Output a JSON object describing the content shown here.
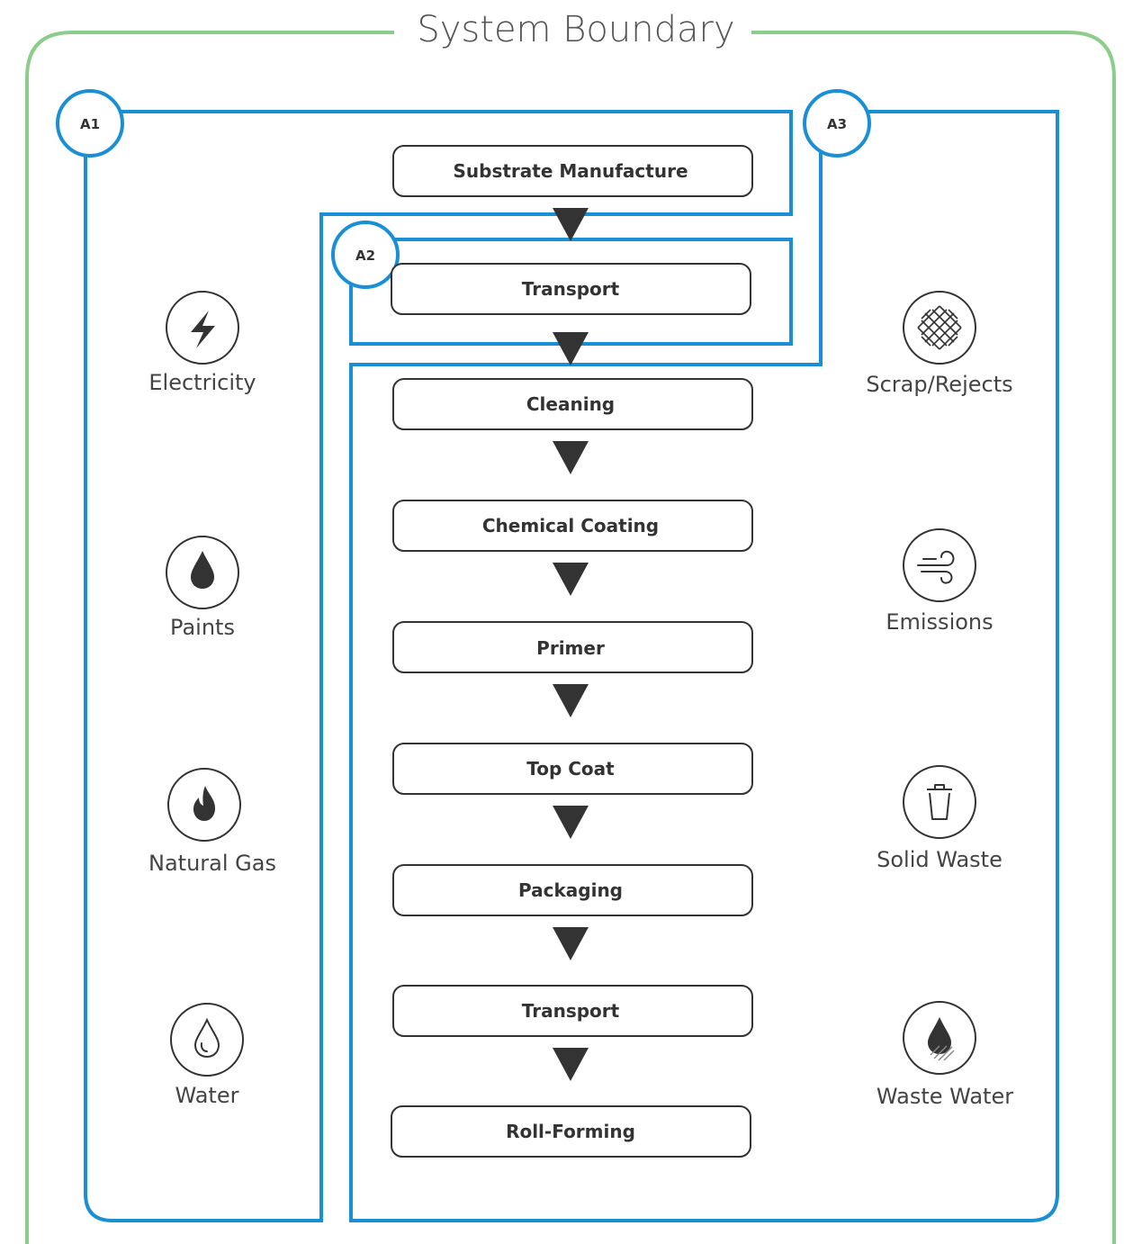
{
  "title": "System Boundary",
  "stages": {
    "a1": "A1",
    "a2": "A2",
    "a3": "A3"
  },
  "steps": [
    "Substrate Manufacture",
    "Transport",
    "Cleaning",
    "Chemical Coating",
    "Primer",
    "Top Coat",
    "Packaging",
    "Transport",
    "Roll-Forming"
  ],
  "inputs": [
    {
      "label": "Electricity",
      "icon": "lightning-icon"
    },
    {
      "label": "Paints",
      "icon": "paint-drop-icon"
    },
    {
      "label": "Natural Gas",
      "icon": "flame-icon"
    },
    {
      "label": "Water",
      "icon": "water-drop-icon"
    }
  ],
  "outputs": [
    {
      "label": "Scrap/Rejects",
      "icon": "mesh-icon"
    },
    {
      "label": "Emissions",
      "icon": "wind-icon"
    },
    {
      "label": "Solid Waste",
      "icon": "trash-icon"
    },
    {
      "label": "Waste Water",
      "icon": "waste-water-icon"
    }
  ],
  "colors": {
    "boundary": "#8ccd8c",
    "stage_outline": "#1a8fd6",
    "ink": "#333333"
  }
}
